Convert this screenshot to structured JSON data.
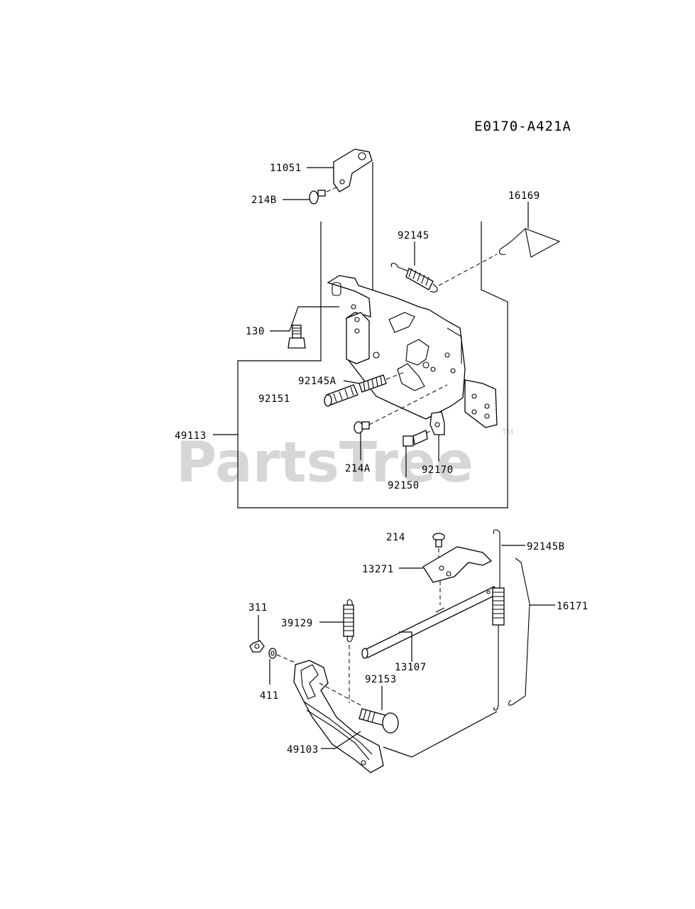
{
  "diagram": {
    "code": "E0170-A421A",
    "watermark": "PartsTree",
    "trademark": "TM",
    "labels": {
      "p11051": "11051",
      "p214B": "214B",
      "p16169": "16169",
      "p92145": "92145",
      "p130": "130",
      "p92145A": "92145A",
      "p92151": "92151",
      "p49113": "49113",
      "p214A": "214A",
      "p92170": "92170",
      "p92150": "92150",
      "p214": "214",
      "p92145B": "92145B",
      "p13271": "13271",
      "p16171": "16171",
      "p311": "311",
      "p39129": "39129",
      "p13107": "13107",
      "p411": "411",
      "p92153": "92153",
      "p49103": "49103"
    }
  }
}
